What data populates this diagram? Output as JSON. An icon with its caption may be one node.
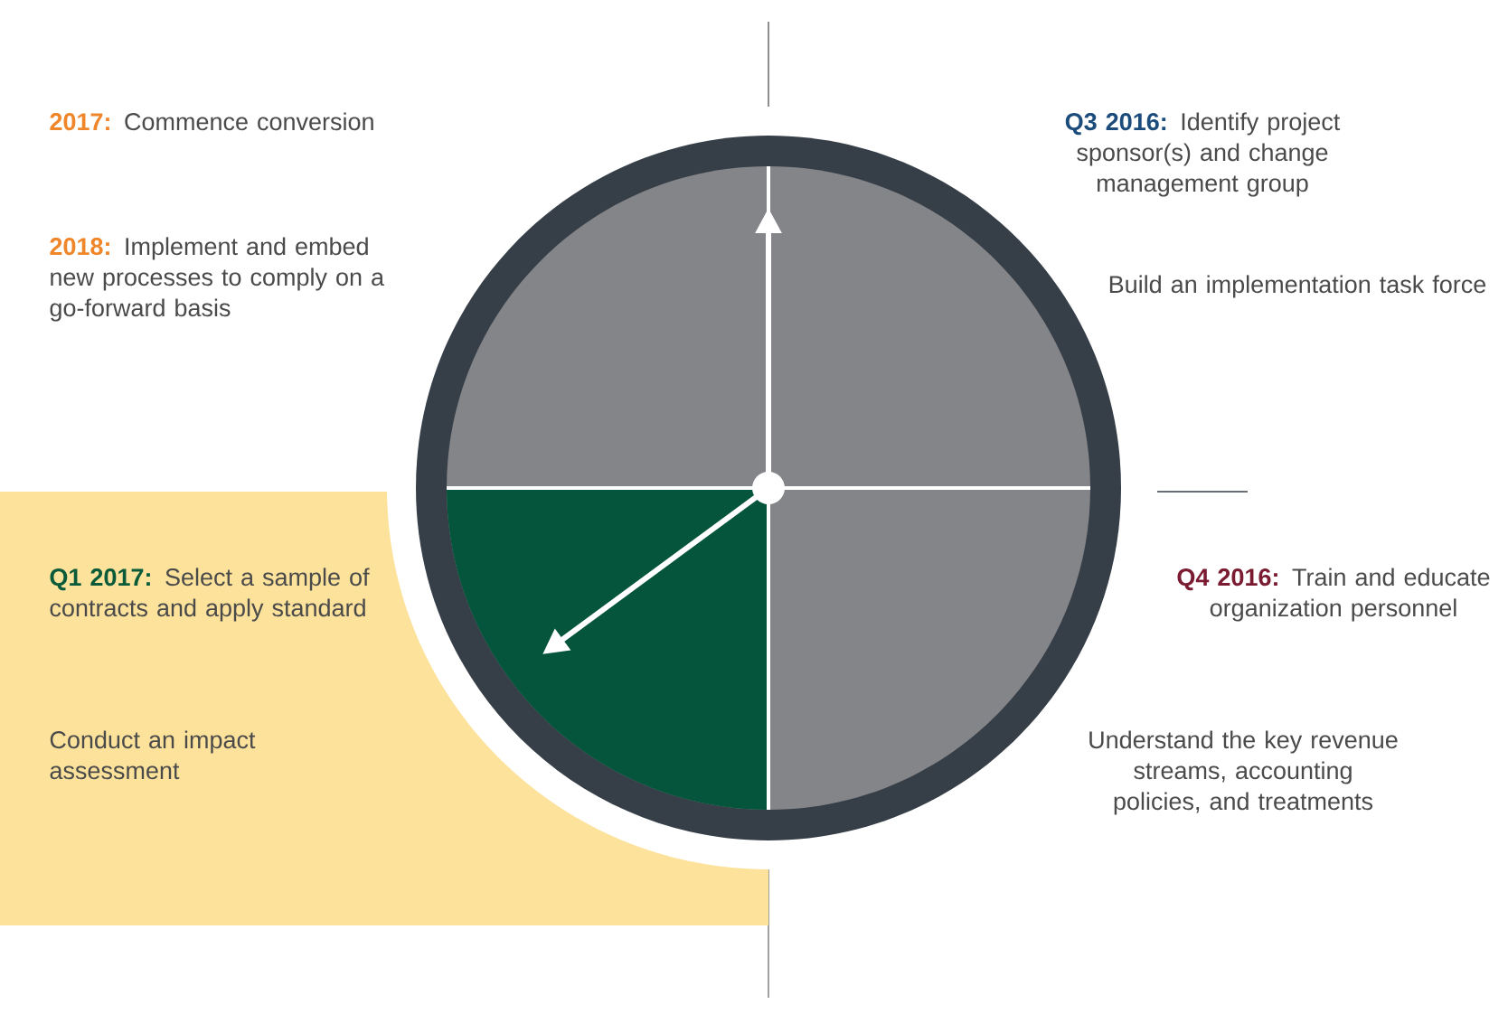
{
  "diagram": {
    "labels": [
      "**2017:** Commence conversion",
      "**2018:** Implement and embed new processes to comply on a go-forward basis",
      "**Q3 2016:** Identify project sponsor(s) and change management group",
      "Build an implementation task force",
      "**Q1 2017:** Select a sample of contracts and apply standard",
      "Conduct an impact assessment",
      "**Q4 2016:** Train and educate organization personnel",
      "Understand the key revenue streams, accounting policies, and treatments"
    ]
  }
}
